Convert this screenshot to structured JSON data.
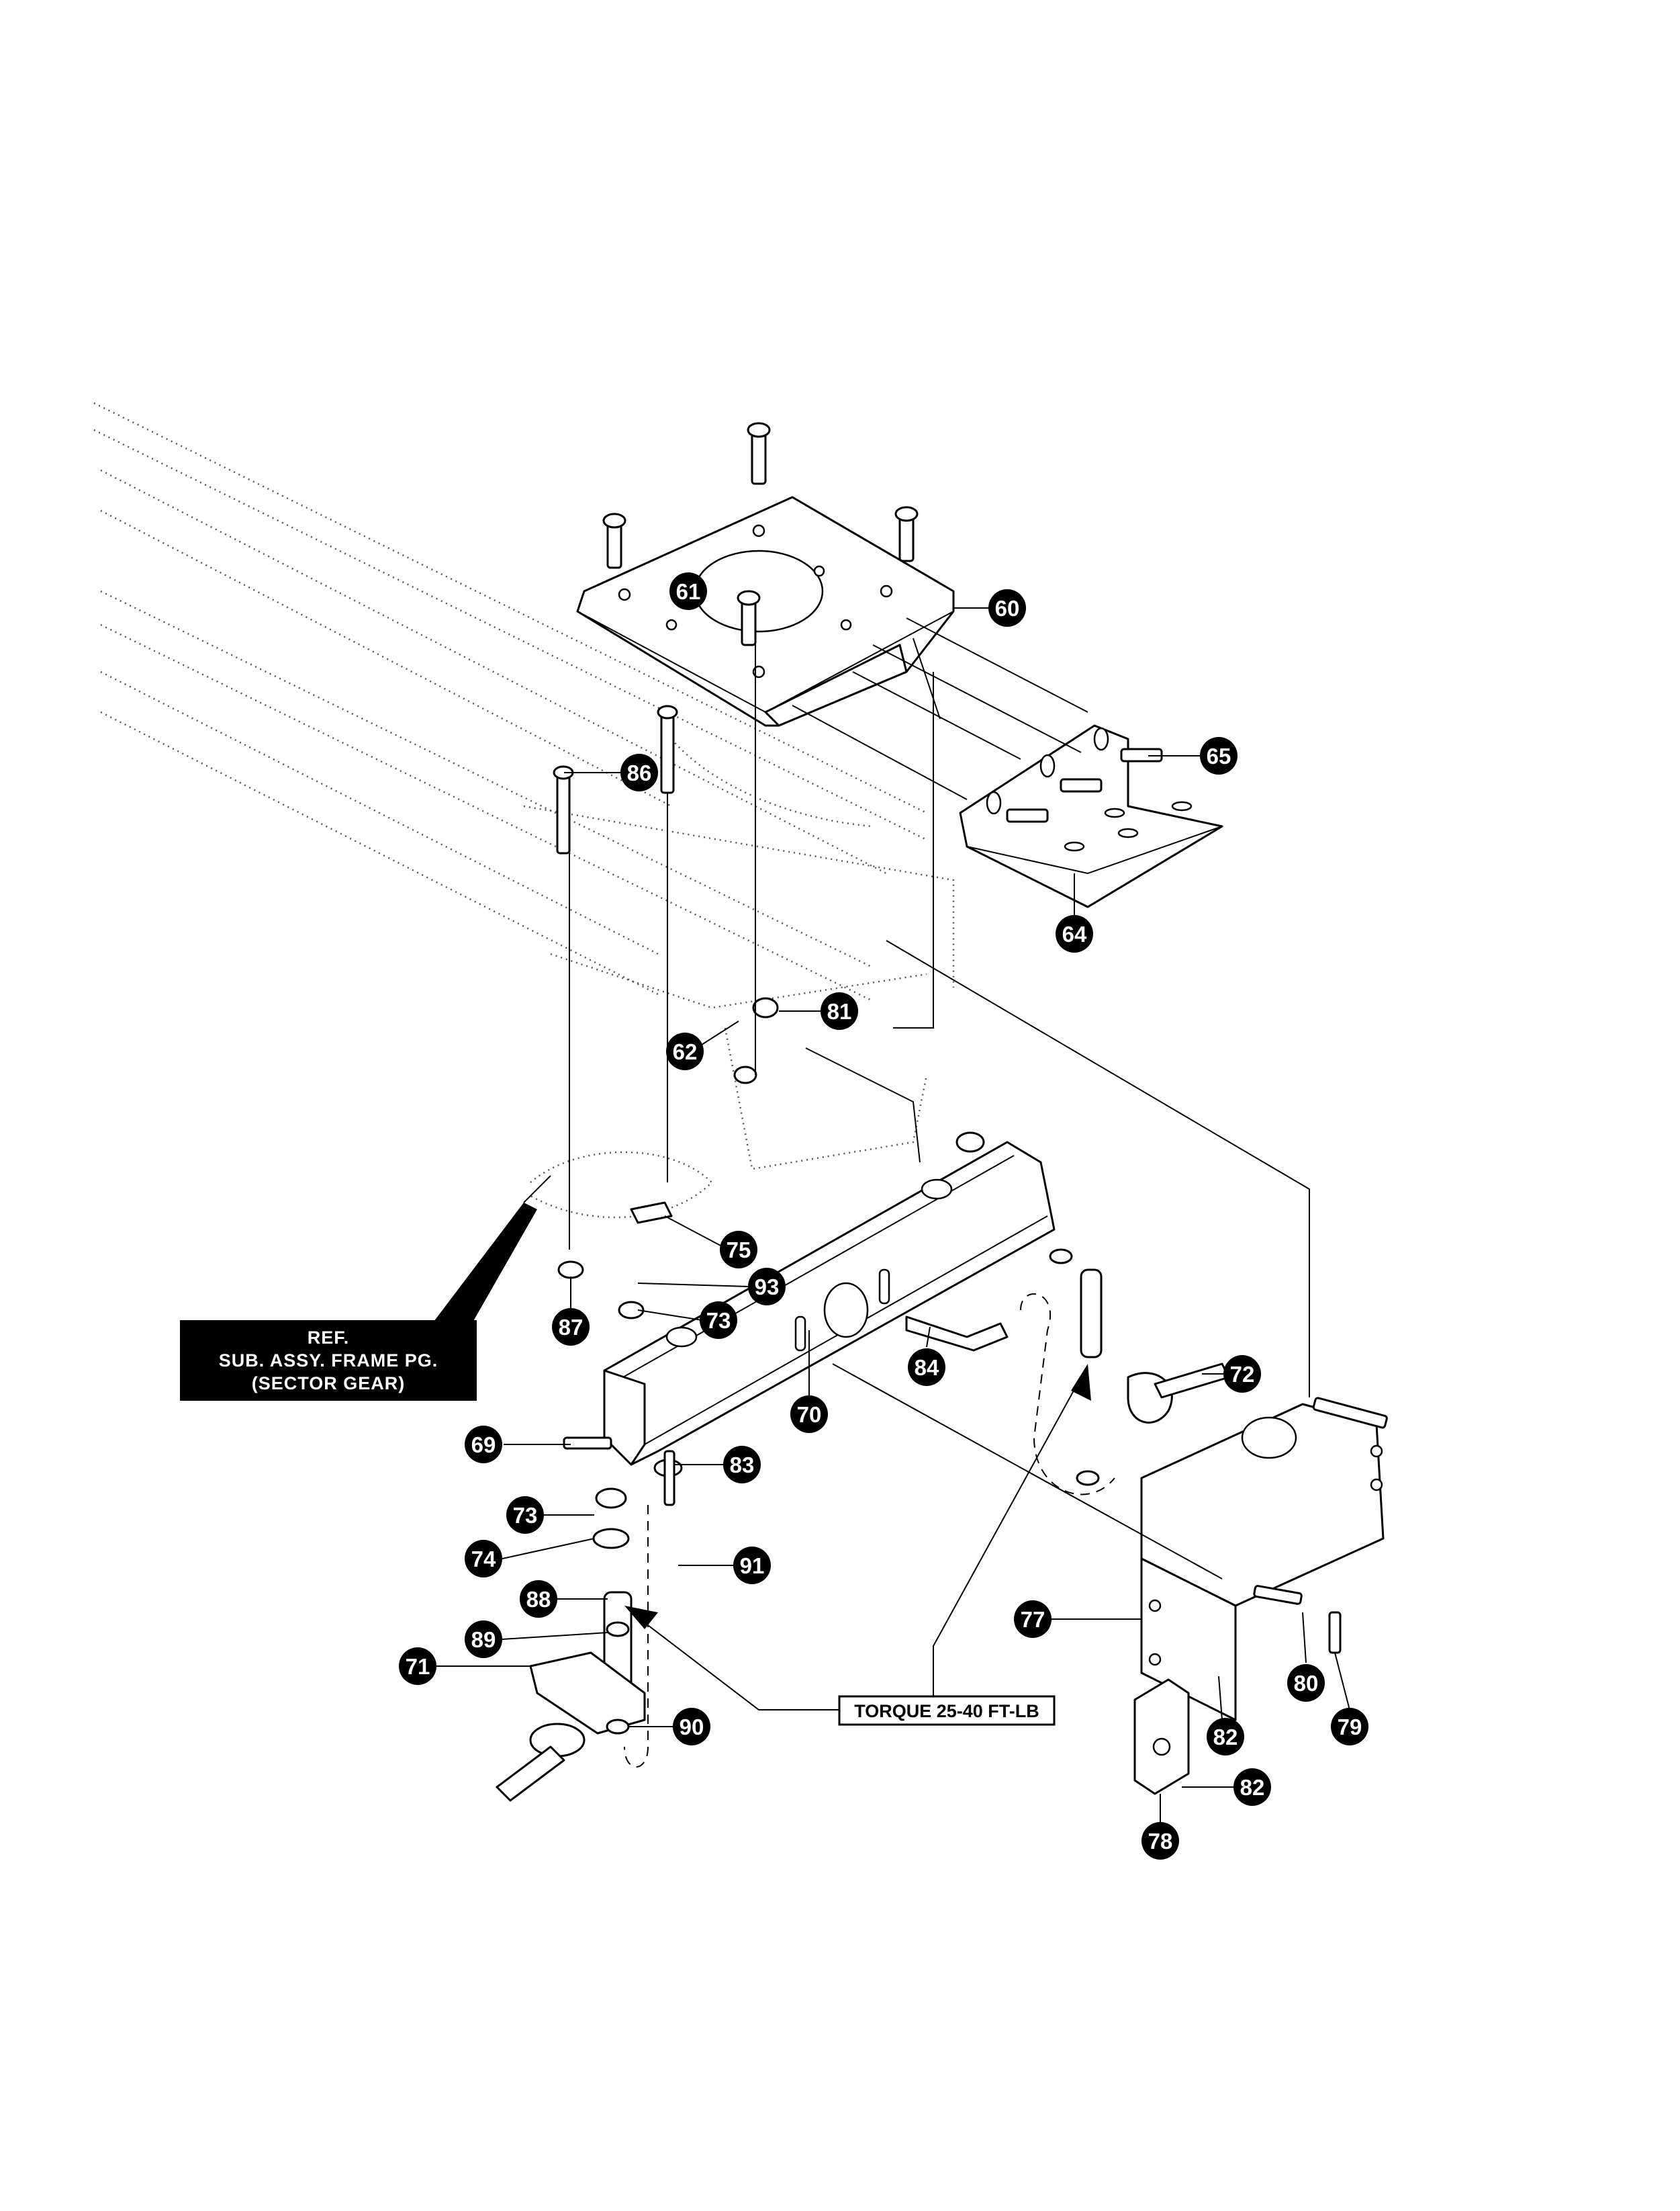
{
  "callouts": [
    {
      "id": "c60",
      "label": "60"
    },
    {
      "id": "c61",
      "label": "61"
    },
    {
      "id": "c62",
      "label": "62"
    },
    {
      "id": "c64",
      "label": "64"
    },
    {
      "id": "c65",
      "label": "65"
    },
    {
      "id": "c69",
      "label": "69"
    },
    {
      "id": "c70",
      "label": "70"
    },
    {
      "id": "c71",
      "label": "71"
    },
    {
      "id": "c72",
      "label": "72"
    },
    {
      "id": "c73a",
      "label": "73"
    },
    {
      "id": "c73b",
      "label": "73"
    },
    {
      "id": "c74",
      "label": "74"
    },
    {
      "id": "c75",
      "label": "75"
    },
    {
      "id": "c77",
      "label": "77"
    },
    {
      "id": "c78",
      "label": "78"
    },
    {
      "id": "c79",
      "label": "79"
    },
    {
      "id": "c80",
      "label": "80"
    },
    {
      "id": "c81",
      "label": "81"
    },
    {
      "id": "c82a",
      "label": "82"
    },
    {
      "id": "c82b",
      "label": "82"
    },
    {
      "id": "c83",
      "label": "83"
    },
    {
      "id": "c84",
      "label": "84"
    },
    {
      "id": "c86",
      "label": "86"
    },
    {
      "id": "c87",
      "label": "87"
    },
    {
      "id": "c88",
      "label": "88"
    },
    {
      "id": "c89",
      "label": "89"
    },
    {
      "id": "c90",
      "label": "90"
    },
    {
      "id": "c91",
      "label": "91"
    },
    {
      "id": "c93",
      "label": "93"
    }
  ],
  "ref_box": {
    "line1": "REF.",
    "line2": "SUB. ASSY. FRAME PG.",
    "line3": "(SECTOR GEAR)"
  },
  "torque_box": {
    "label": "TORQUE 25-40 FT-LB"
  }
}
